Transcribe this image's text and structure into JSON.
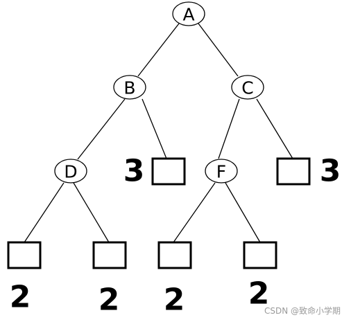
{
  "tree": {
    "nodes": {
      "a": "A",
      "b": "B",
      "c": "C",
      "d": "D",
      "f": "F"
    },
    "weights": {
      "b_right": "3",
      "c_right": "3",
      "d_left": "2",
      "d_right": "2",
      "f_left": "2",
      "f_right": "2"
    }
  },
  "watermark": "CSDN @致命小学期"
}
